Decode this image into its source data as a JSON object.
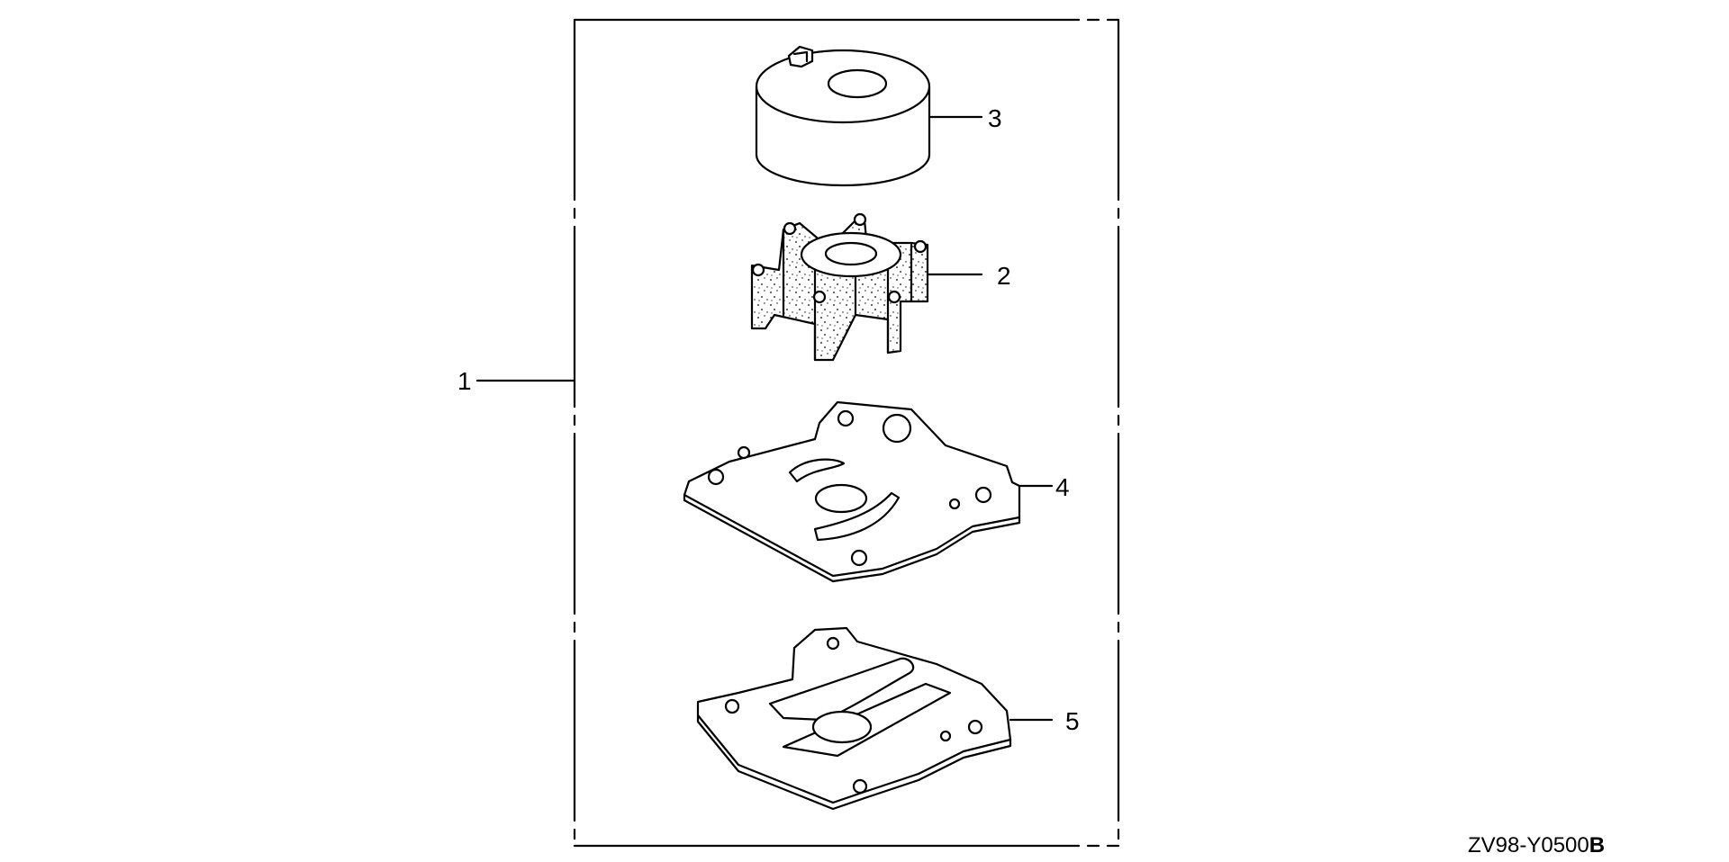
{
  "callouts": {
    "kit": "1",
    "impeller": "2",
    "housing": "3",
    "plate": "4",
    "gasket": "5"
  },
  "drawing_code": {
    "main": "ZV98-Y0500",
    "suffix": "B"
  },
  "colors": {
    "ink": "#000000",
    "paper": "#ffffff"
  }
}
